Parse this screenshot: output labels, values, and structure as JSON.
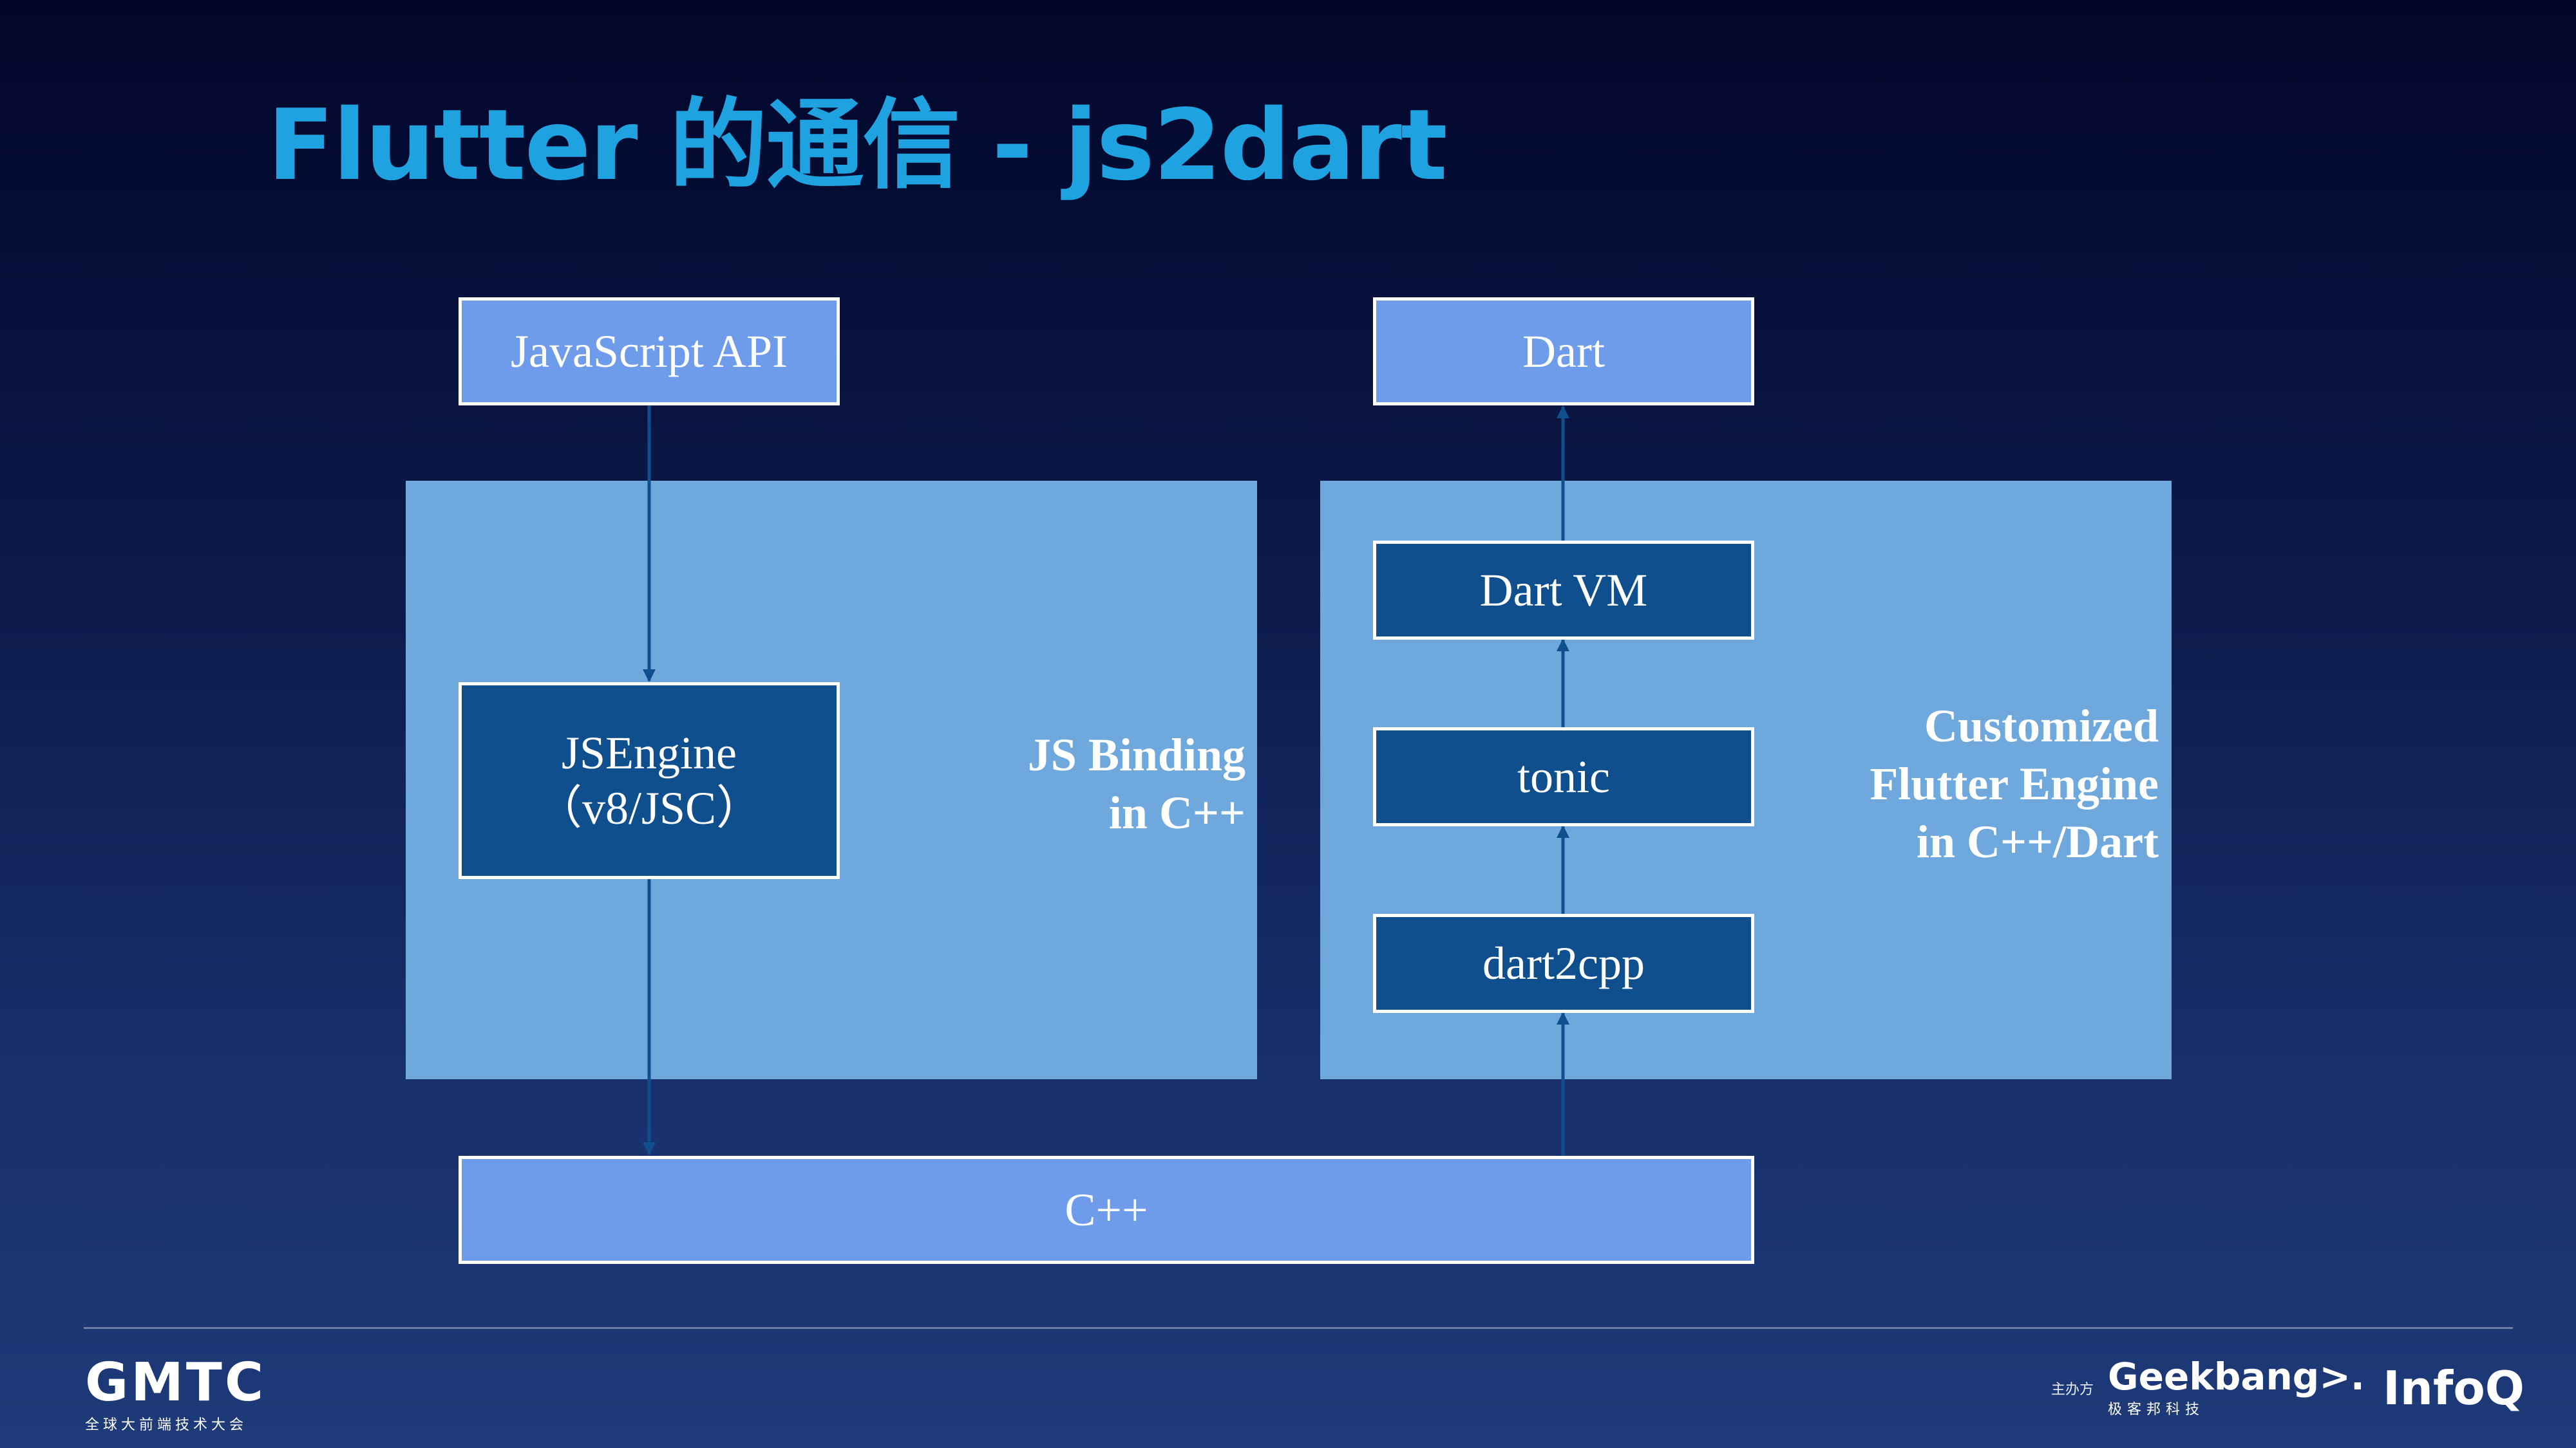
{
  "slide": {
    "title": "Flutter 的通信 - js2dart"
  },
  "left_panel": {
    "label_lines": [
      "JS Binding",
      "in C++"
    ]
  },
  "right_panel": {
    "label_lines": [
      "Customized",
      "Flutter Engine",
      "in C++/Dart"
    ]
  },
  "boxes": {
    "javascript_api": "JavaScript API",
    "jsengine_lines": [
      "JSEngine",
      "（v8/JSC）"
    ],
    "dart": "Dart",
    "dart_vm": "Dart VM",
    "tonic": "tonic",
    "dart2cpp": "dart2cpp",
    "cpp": "C++"
  },
  "footer": {
    "conference_logo": "GMTC",
    "conference_subtitle": "全球大前端技术大会",
    "organizer_label": "主办方",
    "geekbang_logo": "Geekbang>.",
    "geekbang_subtitle": "极客邦科技",
    "infoq_logo": "InfoQ"
  },
  "colors": {
    "background_top": "#02062a",
    "background_bottom": "#1e3a78",
    "title": "#1ea2e0",
    "panel": "#6fa8dc",
    "box_light": "#6e9bea",
    "box_dark": "#0f4f8e",
    "arrow": "#0f4f8e"
  }
}
